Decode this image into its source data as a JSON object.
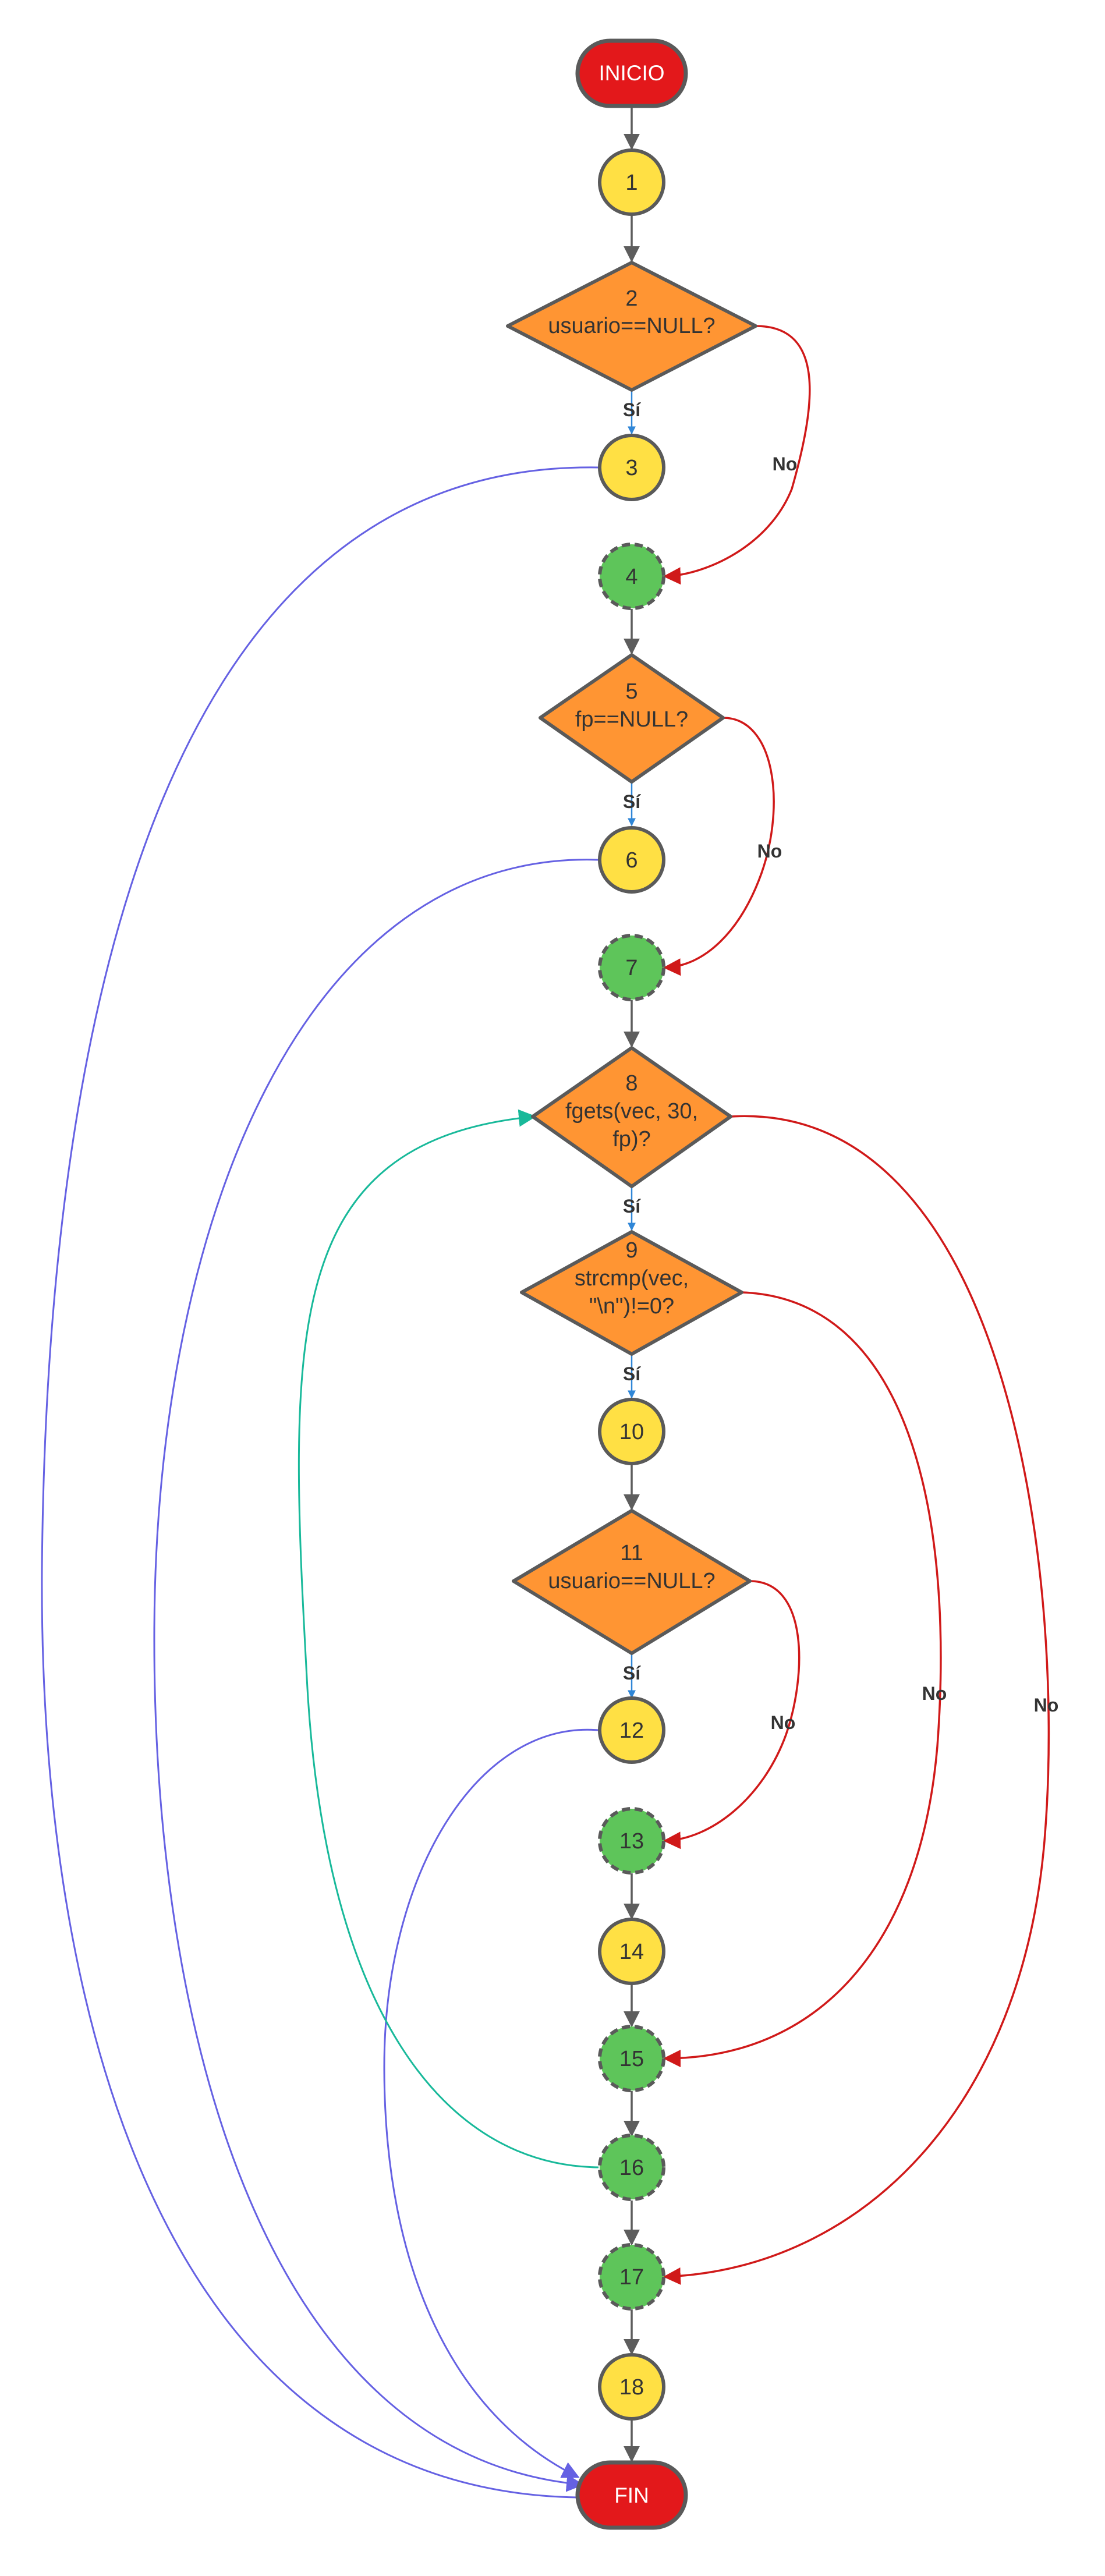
{
  "colors": {
    "terminal": "#e3181b",
    "process": "#ffe044",
    "decision": "#ff9533",
    "junction": "#5ec55a",
    "border": "#5a5a5a",
    "arrow_main": "#5d5d5d",
    "arrow_yes": "#2f86d7",
    "arrow_no": "#d01919",
    "arrow_return": "#6561e3",
    "arrow_loop": "#18b99a"
  },
  "nodes": {
    "inicio": {
      "label": "INICIO"
    },
    "n1": {
      "label": "1"
    },
    "n2": {
      "lines": [
        "2",
        "usuario==NULL?"
      ]
    },
    "n3": {
      "label": "3"
    },
    "n4": {
      "label": "4"
    },
    "n5": {
      "lines": [
        "5",
        "fp==NULL?"
      ]
    },
    "n6": {
      "label": "6"
    },
    "n7": {
      "label": "7"
    },
    "n8": {
      "lines": [
        "8",
        "fgets(vec, 30,",
        "fp)?"
      ]
    },
    "n9": {
      "lines": [
        "9",
        "strcmp(vec,",
        "\"\\n\")!=0?"
      ]
    },
    "n10": {
      "label": "10"
    },
    "n11": {
      "lines": [
        "11",
        "usuario==NULL?"
      ]
    },
    "n12": {
      "label": "12"
    },
    "n13": {
      "label": "13"
    },
    "n14": {
      "label": "14"
    },
    "n15": {
      "label": "15"
    },
    "n16": {
      "label": "16"
    },
    "n17": {
      "label": "17"
    },
    "n18": {
      "label": "18"
    },
    "fin": {
      "label": "FIN"
    }
  },
  "edge_labels": {
    "yes": "Sí",
    "no": "No"
  }
}
